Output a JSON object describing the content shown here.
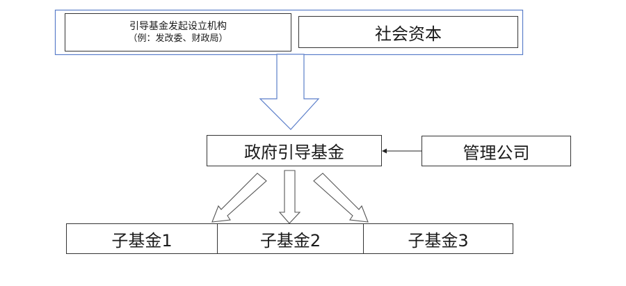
{
  "source_a": {
    "line1": "引导基金发起设立机构",
    "line2": "（例：发改委、财政局）"
  },
  "source_b": "社会资本",
  "government_fund": "政府引导基金",
  "management_company": "管理公司",
  "sub_funds": [
    "子基金1",
    "子基金2",
    "子基金3"
  ],
  "colors": {
    "group_outline": "#5b7ec9",
    "box_border": "#333333",
    "arrow_stroke": "#5b7ec9",
    "text": "#1a1a1a"
  }
}
